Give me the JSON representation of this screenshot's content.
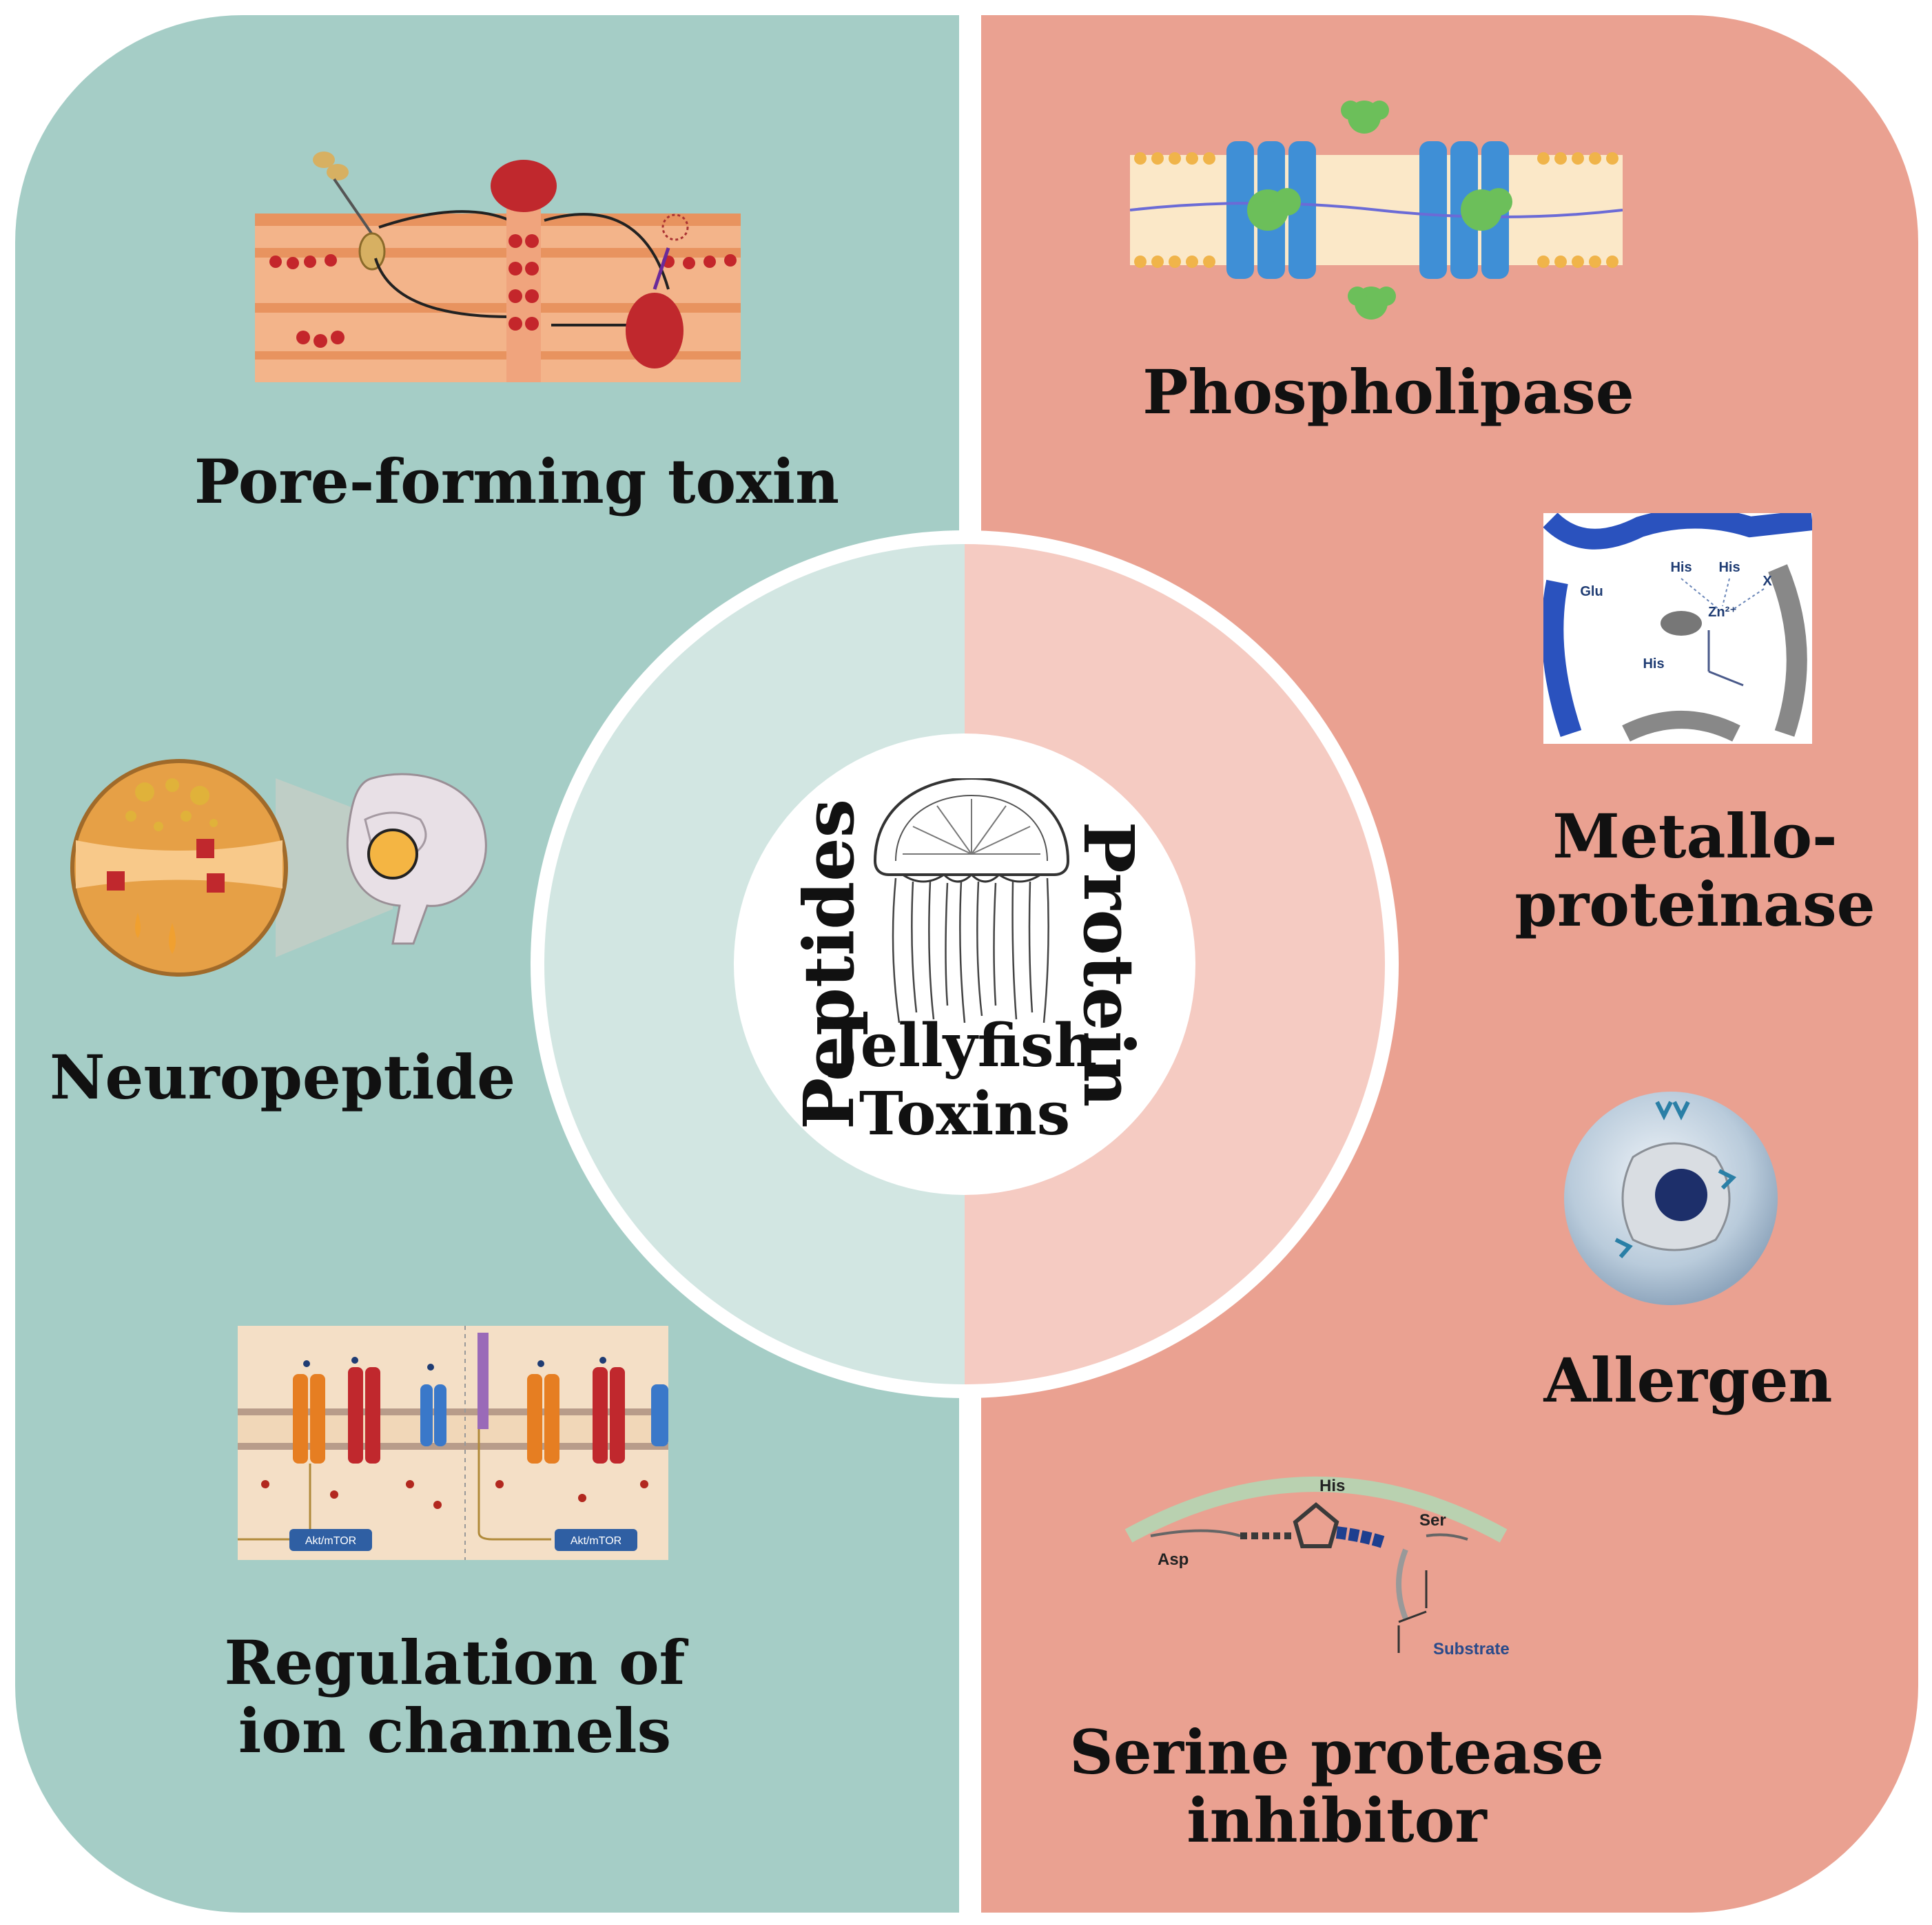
{
  "center": {
    "title_line1": "Jellyfish",
    "title_line2": "Toxins"
  },
  "ring": {
    "left": "Peptides",
    "right": "Protein"
  },
  "peptides": {
    "pore_forming": "Pore-forming toxin",
    "neuropeptide": "Neuropeptide",
    "ion_channels_line1": "Regulation of",
    "ion_channels_line2": "ion channels",
    "akt_label": "Akt/mTOR"
  },
  "protein": {
    "phospholipase": "Phospholipase",
    "metallo_line1": "Metallo-",
    "metallo_line2": "proteinase",
    "allergen": "Allergen",
    "serine_line1": "Serine protease",
    "serine_line2": "inhibitor",
    "metallo_fig": {
      "his1": "His",
      "his2": "His",
      "his3": "His",
      "glu": "Glu",
      "zn": "Zn²⁺",
      "x": "X"
    },
    "serine_fig": {
      "his": "His",
      "ser": "Ser",
      "asp": "Asp",
      "substrate": "Substrate"
    }
  },
  "colors": {
    "peptides_bg": "#a5cdc6",
    "protein_bg": "#eaa191",
    "ring_left": "#d2e6e2",
    "ring_right": "#f5cbc2"
  }
}
